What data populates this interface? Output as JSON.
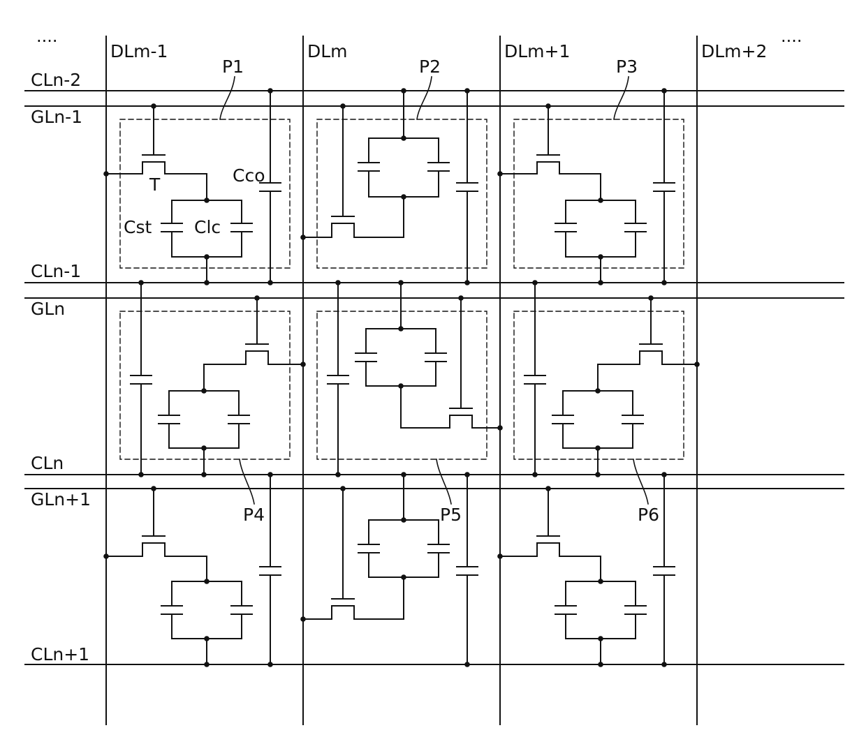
{
  "diagram": {
    "ellipsis_left": "....",
    "ellipsis_right": "....",
    "data_lines": [
      "DLm-1",
      "DLm",
      "DLm+1",
      "DLm+2"
    ],
    "rows": [
      {
        "common": "CLn-2",
        "gate": "GLn-1"
      },
      {
        "common": "CLn-1",
        "gate": "GLn"
      },
      {
        "common": "CLn",
        "gate": "GLn+1"
      },
      {
        "common": "CLn+1",
        "gate": ""
      }
    ],
    "pixels": [
      "P1",
      "P2",
      "P3",
      "P4",
      "P5",
      "P6"
    ],
    "components": {
      "transistor": "T",
      "storage_capacitor": "Cst",
      "lc_capacitor": "Clc",
      "coupling_capacitor": "Cco"
    }
  }
}
